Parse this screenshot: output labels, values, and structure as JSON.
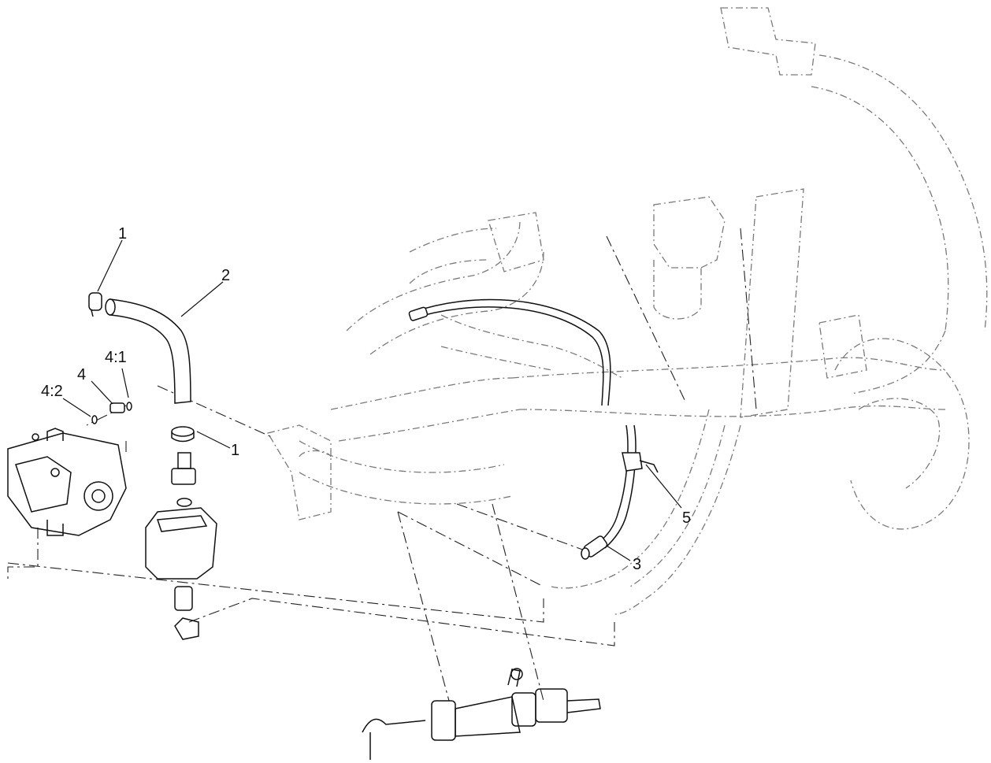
{
  "diagram": {
    "callouts": [
      {
        "id": "c1a",
        "text": "1"
      },
      {
        "id": "c2",
        "text": "2"
      },
      {
        "id": "c41",
        "text": "4:1"
      },
      {
        "id": "c4",
        "text": "4"
      },
      {
        "id": "c42",
        "text": "4:2"
      },
      {
        "id": "c1b",
        "text": "1"
      },
      {
        "id": "c5",
        "text": "5"
      },
      {
        "id": "c3",
        "text": "3"
      }
    ]
  }
}
